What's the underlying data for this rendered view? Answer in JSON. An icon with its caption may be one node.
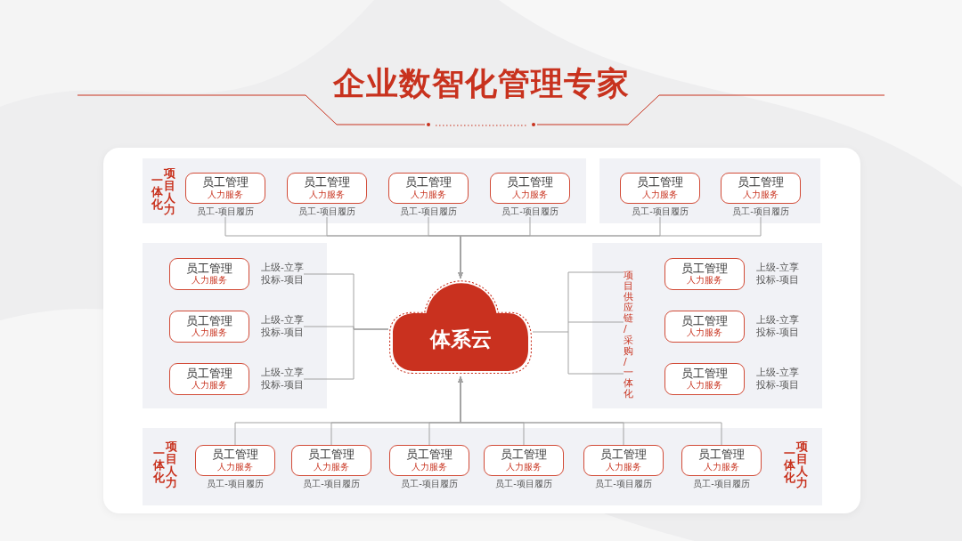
{
  "diagram": {
    "title": "企业数智化管理专家",
    "nodes": [
      {
        "text": [
          "项目人力一体化"
        ]
      },
      {
        "text": [
          "员工管理",
          "人力服务"
        ],
        "in": 0,
        "beside": [
          "员工-项目履历"
        ]
      },
      {
        "text": [
          "员工管理",
          "人力服务"
        ],
        "in": 0,
        "beside": [
          "员工-项目履历"
        ]
      },
      {
        "text": [
          "员工管理",
          "人力服务"
        ],
        "in": 0,
        "beside": [
          "员工-项目履历"
        ]
      },
      {
        "text": [
          "员工管理",
          "人力服务"
        ],
        "in": 0,
        "beside": [
          "员工-项目履历"
        ]
      },
      {
        "text": [],
        "shape": "box"
      },
      {
        "text": [
          "员工管理",
          "人力服务"
        ],
        "in": 5,
        "beside": [
          "员工-项目履历"
        ]
      },
      {
        "text": [
          "员工管理",
          "人力服务"
        ],
        "in": 5,
        "beside": [
          "员工-项目履历"
        ]
      },
      {
        "text": [],
        "shape": "box"
      },
      {
        "text": [
          "员工管理",
          "人力服务"
        ],
        "in": 8,
        "beside": [
          "上级-立享投标-项目"
        ]
      },
      {
        "text": [
          "员工管理",
          "人力服务"
        ],
        "in": 8,
        "beside": [
          "上级-立享投标-项目"
        ]
      },
      {
        "text": [
          "员工管理",
          "人力服务"
        ],
        "in": 8,
        "beside": [
          "上级-立享投标-项目"
        ]
      },
      {
        "text": [
          "体系云"
        ]
      },
      {
        "text": [],
        "shape": "box"
      },
      {
        "text": [
          "项目供应链/采购/一体化"
        ],
        "in": 13
      },
      {
        "text": [
          "员工管理",
          "人力服务"
        ],
        "in": 13,
        "beside": [
          "上级-立享投标-项目"
        ]
      },
      {
        "text": [
          "员工管理",
          "人力服务"
        ],
        "in": 13,
        "beside": [
          "上级-立享投标-项目"
        ]
      },
      {
        "text": [
          "员工管理",
          "人力服务"
        ],
        "in": 13,
        "beside": [
          "上级-立享投标-项目"
        ]
      },
      {
        "text": [
          "项目人力一体化",
          "项目人力一体化"
        ]
      },
      {
        "text": [
          "员工管理",
          "人力服务"
        ],
        "in": 18,
        "beside": [
          "员工-项目履历"
        ]
      },
      {
        "text": [
          "员工管理",
          "人力服务"
        ],
        "in": 18,
        "beside": [
          "员工-项目履历"
        ]
      },
      {
        "text": [
          "员工管理",
          "人力服务"
        ],
        "in": 18,
        "beside": [
          "员工-项目履历"
        ]
      },
      {
        "text": [
          "员工管理",
          "人力服务"
        ],
        "in": 18,
        "beside": [
          "员工-项目履历"
        ]
      },
      {
        "text": [
          "员工管理",
          "人力服务"
        ],
        "in": 18,
        "beside": [
          "员工-项目履历"
        ]
      },
      {
        "text": [
          "员工管理",
          "人力服务"
        ],
        "in": 18,
        "beside": [
          "员工-项目履历"
        ]
      }
    ],
    "edges": [
      {
        "from": 1,
        "to": 12,
        "arrow": "to"
      },
      {
        "from": 2,
        "to": 12,
        "arrow": "to"
      },
      {
        "from": 3,
        "to": 12,
        "arrow": "to"
      },
      {
        "from": 4,
        "to": 12,
        "arrow": "to"
      },
      {
        "from": 6,
        "to": 12,
        "arrow": "to"
      },
      {
        "from": 7,
        "to": 12,
        "arrow": "to"
      },
      {
        "from": 9,
        "to": 12,
        "arrow": "none"
      },
      {
        "from": 10,
        "to": 12,
        "arrow": "none"
      },
      {
        "from": 11,
        "to": 12,
        "arrow": "none"
      },
      {
        "from": 12,
        "to": 14,
        "arrow": "none"
      },
      {
        "from": 19,
        "to": 12,
        "arrow": "to"
      },
      {
        "from": 20,
        "to": 12,
        "arrow": "to"
      },
      {
        "from": 21,
        "to": 12,
        "arrow": "to"
      },
      {
        "from": 22,
        "to": 12,
        "arrow": "to"
      },
      {
        "from": 23,
        "to": 12,
        "arrow": "to"
      },
      {
        "from": 24,
        "to": 12,
        "arrow": "to"
      }
    ]
  }
}
